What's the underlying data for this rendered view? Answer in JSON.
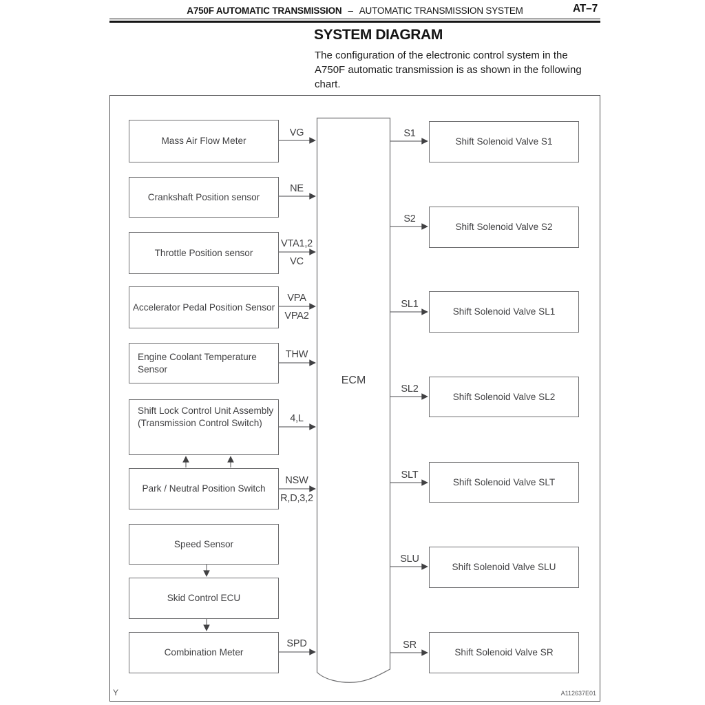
{
  "header": {
    "title_left": "A750F AUTOMATIC TRANSMISSION",
    "separator": "–",
    "title_right": "AUTOMATIC TRANSMISSION SYSTEM",
    "page_number": "AT–7"
  },
  "section": {
    "title": "SYSTEM DIAGRAM",
    "description_lines": [
      "The configuration of the electronic control system in the",
      "A750F automatic transmission is as shown in the following",
      "chart."
    ]
  },
  "diagram": {
    "ecm_label": "ECM",
    "left_nodes": [
      {
        "label": "Mass Air Flow Meter",
        "signal_top": "VG"
      },
      {
        "label": "Crankshaft Position sensor",
        "signal_top": "NE"
      },
      {
        "label": "Throttle Position sensor",
        "signal_top": "VTA1,2",
        "signal_bottom": "VC"
      },
      {
        "label": "Accelerator Pedal Position Sensor",
        "signal_top": "VPA",
        "signal_bottom": "VPA2"
      },
      {
        "label_line1": "Engine Coolant Temperature",
        "label_line2": "Sensor",
        "signal_top": "THW"
      },
      {
        "label_line1": "Shift Lock Control Unit Assembly",
        "label_line2": "(Transmission Control Switch)",
        "signal_top": "4,L"
      },
      {
        "label": "Park / Neutral Position Switch",
        "signal_top": "NSW",
        "signal_bottom": "R,D,3,2"
      },
      {
        "label": "Speed Sensor"
      },
      {
        "label": "Skid Control ECU"
      },
      {
        "label": "Combination Meter",
        "signal_top": "SPD"
      }
    ],
    "right_nodes": [
      {
        "signal": "S1",
        "label": "Shift Solenoid Valve S1"
      },
      {
        "signal": "S2",
        "label": "Shift Solenoid Valve S2"
      },
      {
        "signal": "SL1",
        "label": "Shift Solenoid Valve SL1"
      },
      {
        "signal": "SL2",
        "label": "Shift Solenoid Valve SL2"
      },
      {
        "signal": "SLT",
        "label": "Shift Solenoid Valve SLT"
      },
      {
        "signal": "SLU",
        "label": "Shift Solenoid Valve SLU"
      },
      {
        "signal": "SR",
        "label": "Shift Solenoid Valve SR"
      }
    ],
    "footer_left": "Y",
    "figure_code": "A112637E01"
  },
  "colors": {
    "line": "#6e6e70",
    "frame": "#4b4b4d",
    "text": "#414143",
    "heading": "#141414",
    "muted": "#5a5a5c"
  }
}
